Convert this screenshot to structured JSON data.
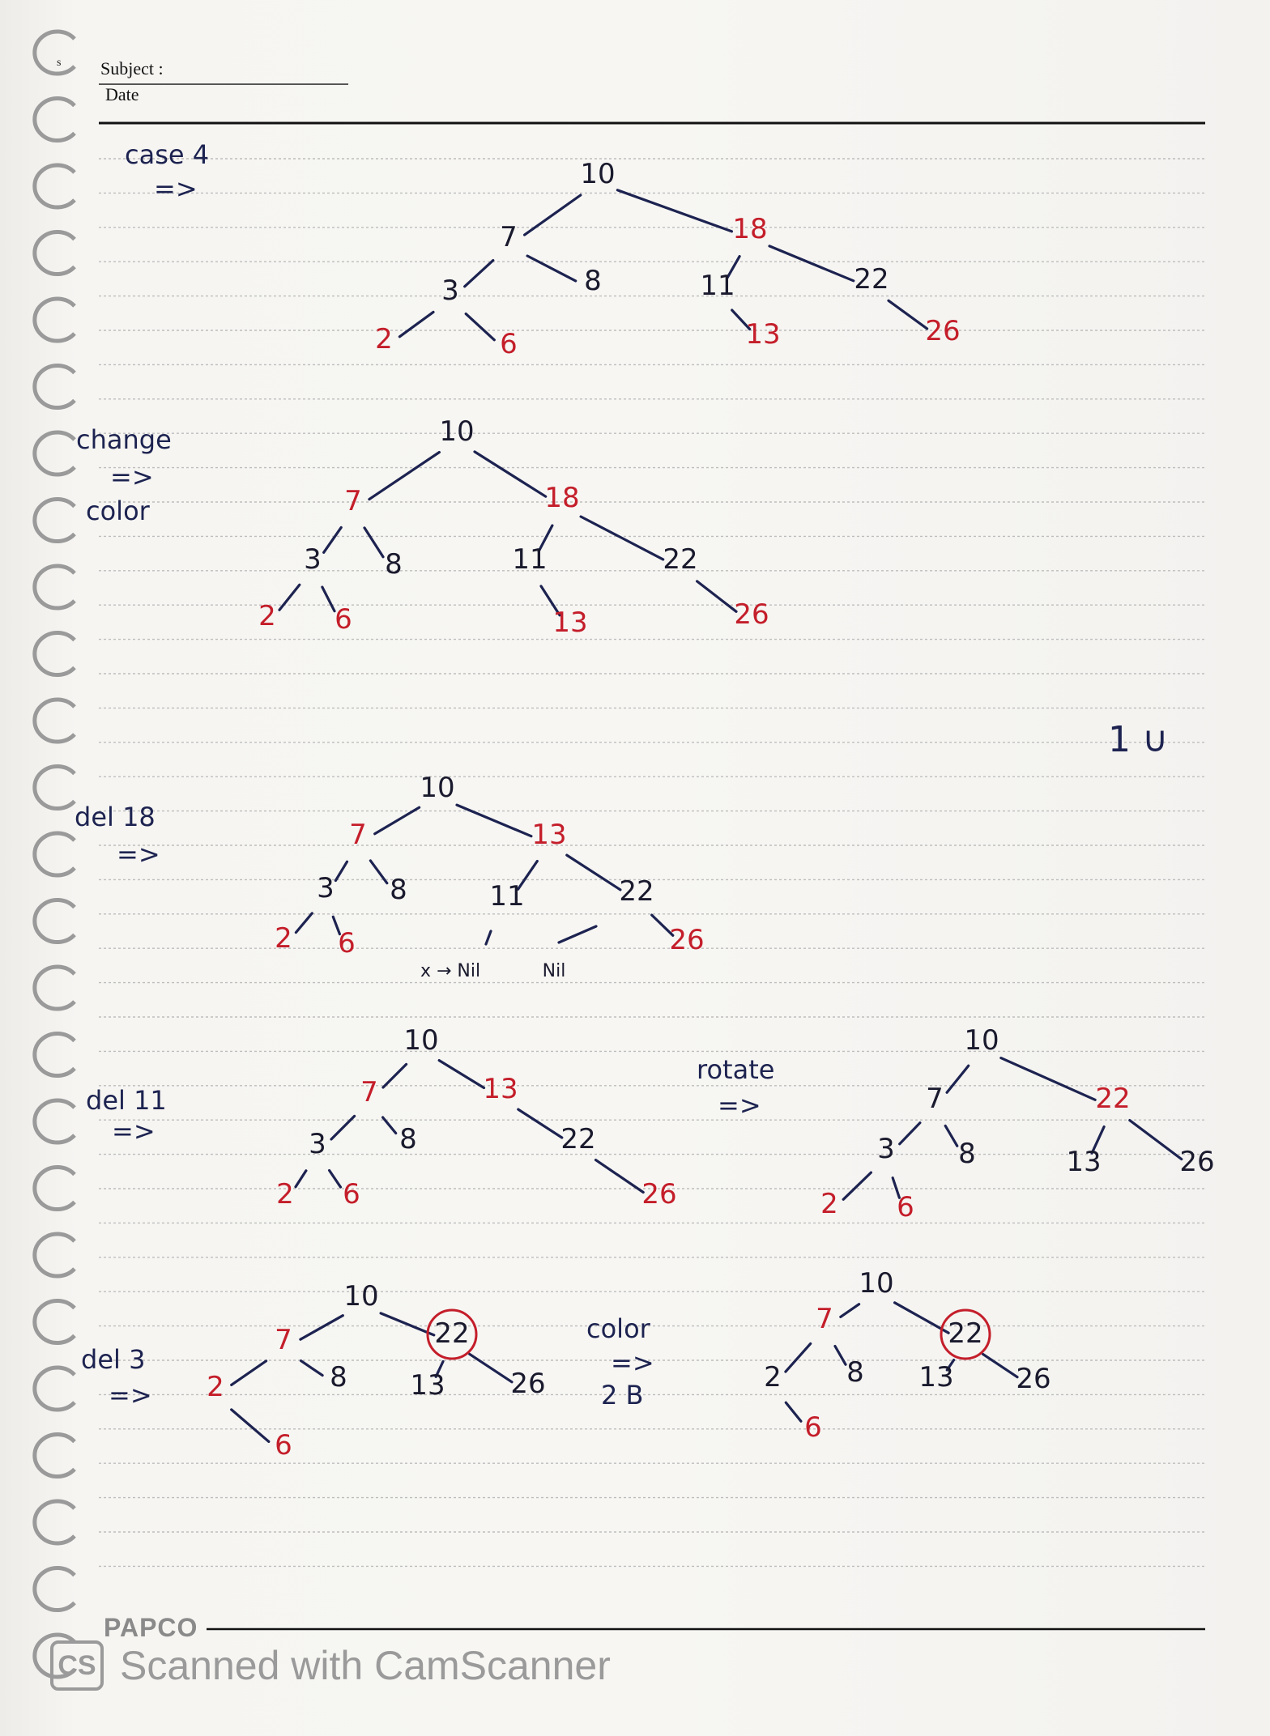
{
  "header": {
    "small_mark": "s",
    "subject_label": "Subject :",
    "date_label": "Date"
  },
  "footer": {
    "brand": "PAPCO",
    "watermark_logo": "CS",
    "watermark_text": "Scanned with CamScanner"
  },
  "colors": {
    "black_node": "#1a1a2e",
    "red_node": "#c41e2a",
    "ink_blue": "#1d2350",
    "ruling": "#b9b9b9"
  },
  "margin_notes": {
    "page_mark": "1 ∪"
  },
  "steps": [
    {
      "label": [
        "case 4",
        "=>"
      ],
      "nodes": [
        "10",
        "7",
        "8",
        "3",
        "2",
        "6",
        "18",
        "11",
        "13",
        "22",
        "26"
      ]
    },
    {
      "label": [
        "change",
        "=>",
        "color"
      ],
      "nodes": [
        "10",
        "7",
        "8",
        "3",
        "2",
        "6",
        "18",
        "11",
        "13",
        "22",
        "26"
      ]
    },
    {
      "label": [
        "del 18",
        "=>"
      ],
      "nodes": [
        "10",
        "7",
        "3",
        "8",
        "2",
        "6",
        "13",
        "11",
        "22",
        "26"
      ],
      "nil_labels": [
        "x → Nil",
        "Nil"
      ]
    },
    {
      "label": [
        "del 11",
        "=>"
      ],
      "nodes": [
        "10",
        "7",
        "3",
        "8",
        "2",
        "6",
        "13",
        "22",
        "26"
      ],
      "action": [
        "rotate",
        "=>"
      ],
      "result_nodes": [
        "10",
        "7",
        "3",
        "8",
        "2",
        "6",
        "22",
        "13",
        "26"
      ]
    },
    {
      "label": [
        "del 3",
        "=>"
      ],
      "nodes": [
        "10",
        "7",
        "2",
        "8",
        "6",
        "22",
        "13",
        "26"
      ],
      "action": [
        "color",
        "=>",
        "2 B"
      ],
      "result_nodes": [
        "10",
        "7",
        "2",
        "8",
        "6",
        "22",
        "13",
        "26"
      ]
    }
  ]
}
